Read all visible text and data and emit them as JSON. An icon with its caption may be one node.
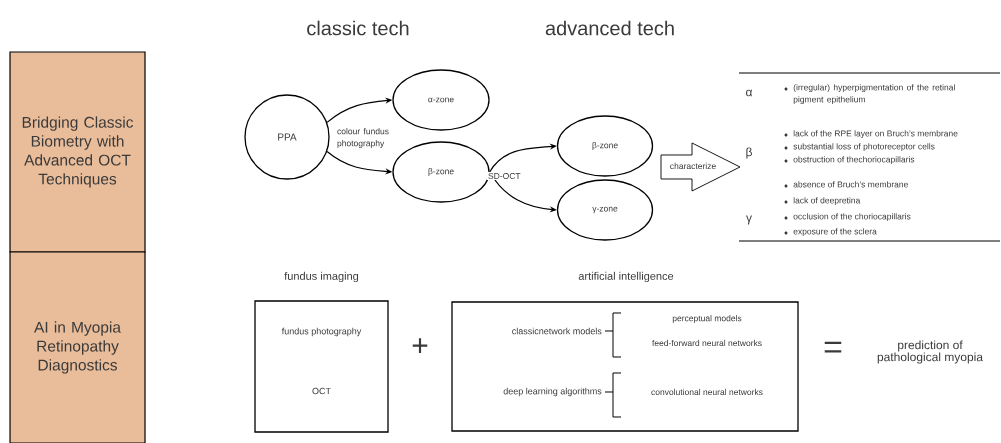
{
  "diagram": {
    "nodes": [
      {
        "text": [
          "Bridging Classic Biometry with Advanced OCT Techniques"
        ]
      },
      {
        "text": [
          "AI in Myopia Retinopathy Diagnostics"
        ]
      },
      {
        "text": [
          "PPA"
        ]
      },
      {
        "text": [
          "α-zone"
        ]
      },
      {
        "text": [
          "β-zone"
        ]
      },
      {
        "text": [
          "β-zone"
        ]
      },
      {
        "text": [
          "γ-zone"
        ]
      },
      {
        "text": [
          "characterize"
        ]
      },
      {
        "text": [
          "fundus imaging",
          "fundus photography",
          "OCT"
        ]
      },
      {
        "text": [
          "artificial intelligence",
          "classicnetwork models",
          "perceptual models",
          "feed-forward neural networks",
          "deep learning algorithms",
          "convolutional neural networks"
        ]
      }
    ],
    "edges": [
      {
        "from": 2,
        "to": 3,
        "arrow": "to",
        "label": "colour fundus photography"
      },
      {
        "from": 2,
        "to": 4,
        "arrow": "to"
      },
      {
        "from": 4,
        "to": 5,
        "arrow": "to",
        "label": "SD-OCT"
      },
      {
        "from": 4,
        "to": 6,
        "arrow": "to"
      }
    ],
    "labels": [
      "classic tech",
      "advanced tech",
      "α",
      "(irregular) hyperpigmentation of the retinal pigment epithelium",
      "β",
      "lack of the RPE layer on Bruch’s membrane",
      "substantial loss of photoreceptor cells",
      "obstruction of thechoriocapillaris",
      "γ",
      "absence of Bruch’s membrane",
      "lack of deepretina",
      "occlusion of the choriocapillaris",
      "exposure of the sclera",
      "+",
      "=",
      "prediction of pathological myopia"
    ]
  }
}
